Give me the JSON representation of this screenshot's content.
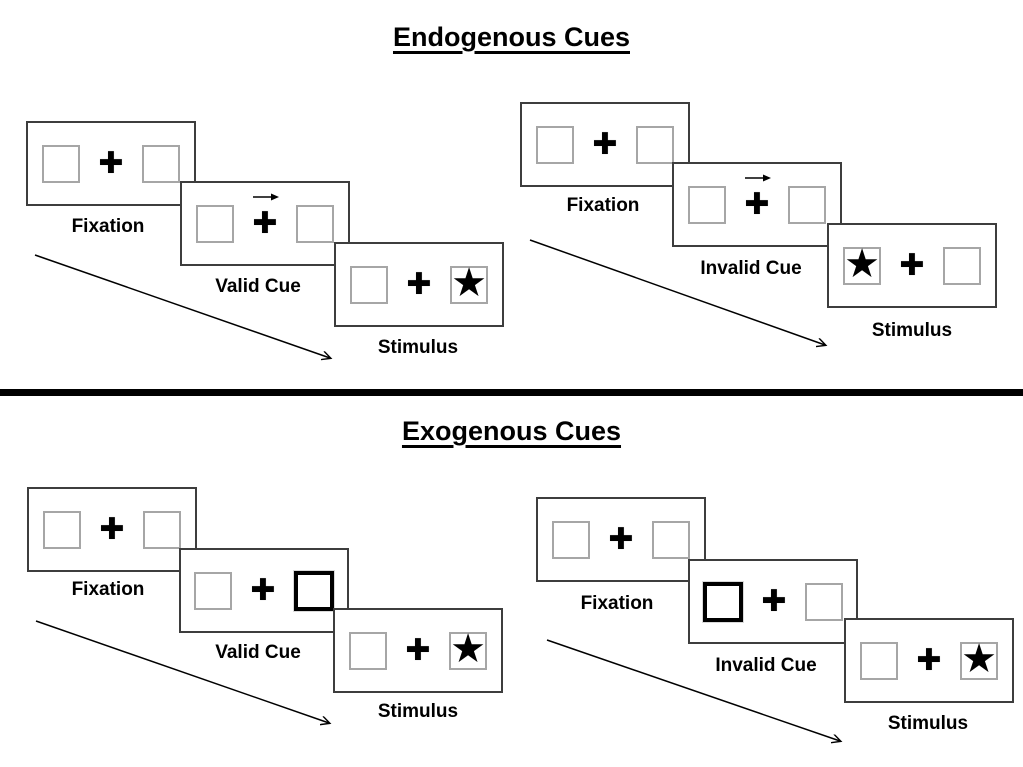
{
  "diagram": "Posner attention cueing paradigm trial sequences",
  "glyphs": {
    "fixation_cross": "✚",
    "star": "★"
  },
  "colors": {
    "background": "#ffffff",
    "panel_border": "#3d3d3d",
    "placeholder_box_border": "#a6a6a6",
    "cue_box_border": "#000000",
    "divider": "#000000",
    "text": "#000000"
  },
  "sections": [
    {
      "title": "Endogenous Cues",
      "sequences": [
        {
          "name": "valid-trial",
          "panels": [
            {
              "label": "Fixation",
              "cue": "none",
              "stimulus": "none"
            },
            {
              "label": "Valid Cue",
              "cue": "central-arrow-pointing-right",
              "stimulus": "none"
            },
            {
              "label": "Stimulus",
              "cue": "none",
              "stimulus": "star-in-right-box"
            }
          ]
        },
        {
          "name": "invalid-trial",
          "panels": [
            {
              "label": "Fixation",
              "cue": "none",
              "stimulus": "none"
            },
            {
              "label": "Invalid Cue",
              "cue": "central-arrow-pointing-right",
              "stimulus": "none"
            },
            {
              "label": "Stimulus",
              "cue": "none",
              "stimulus": "star-in-left-box"
            }
          ]
        }
      ]
    },
    {
      "title": "Exogenous Cues",
      "sequences": [
        {
          "name": "valid-trial",
          "panels": [
            {
              "label": "Fixation",
              "cue": "none",
              "stimulus": "none"
            },
            {
              "label": "Valid Cue",
              "cue": "highlighted-right-box",
              "stimulus": "none"
            },
            {
              "label": "Stimulus",
              "cue": "none",
              "stimulus": "star-in-right-box"
            }
          ]
        },
        {
          "name": "invalid-trial",
          "panels": [
            {
              "label": "Fixation",
              "cue": "none",
              "stimulus": "none"
            },
            {
              "label": "Invalid Cue",
              "cue": "highlighted-left-box",
              "stimulus": "none"
            },
            {
              "label": "Stimulus",
              "cue": "none",
              "stimulus": "star-in-right-box"
            }
          ]
        }
      ]
    }
  ]
}
